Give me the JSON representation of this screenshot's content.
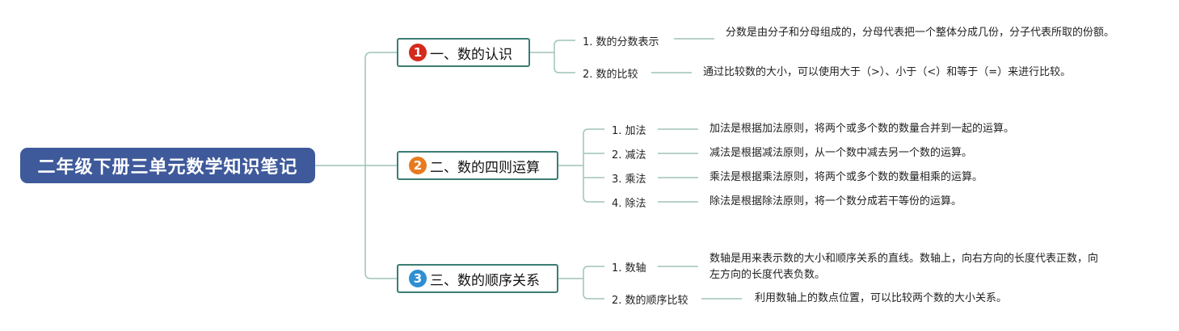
{
  "colors": {
    "root_bg": "#3f5a9b",
    "line": "#9fc4b6",
    "branch_border": "#3a7d74",
    "badge_1": "#d42a1c",
    "badge_2": "#e87a1e",
    "badge_3": "#2e8fd2"
  },
  "root": {
    "title": "二年级下册三单元数学知识笔记"
  },
  "branches": [
    {
      "badge": "1",
      "title": "一、数的认识",
      "items": [
        {
          "label": "1. 数的分数表示",
          "desc": "分数是由分子和分母组成的，分母代表把一个整体分成几份，分子代表所取的份额。"
        },
        {
          "label": "2. 数的比较",
          "desc": "通过比较数的大小，可以使用大于（>）、小于（<）和等于（=）来进行比较。"
        }
      ]
    },
    {
      "badge": "2",
      "title": "二、数的四则运算",
      "items": [
        {
          "label": "1. 加法",
          "desc": "加法是根据加法原则，将两个或多个数的数量合并到一起的运算。"
        },
        {
          "label": "2. 减法",
          "desc": "减法是根据减法原则，从一个数中减去另一个数的运算。"
        },
        {
          "label": "3. 乘法",
          "desc": "乘法是根据乘法原则，将两个或多个数的数量相乘的运算。"
        },
        {
          "label": "4. 除法",
          "desc": "除法是根据除法原则，将一个数分成若干等份的运算。"
        }
      ]
    },
    {
      "badge": "3",
      "title": "三、数的顺序关系",
      "items": [
        {
          "label": "1. 数轴",
          "desc": "数轴是用来表示数的大小和顺序关系的直线。数轴上，向右方向的长度代表正数，向左方向的长度代表负数。"
        },
        {
          "label": "2. 数的顺序比较",
          "desc": "利用数轴上的数点位置，可以比较两个数的大小关系。"
        }
      ]
    }
  ]
}
